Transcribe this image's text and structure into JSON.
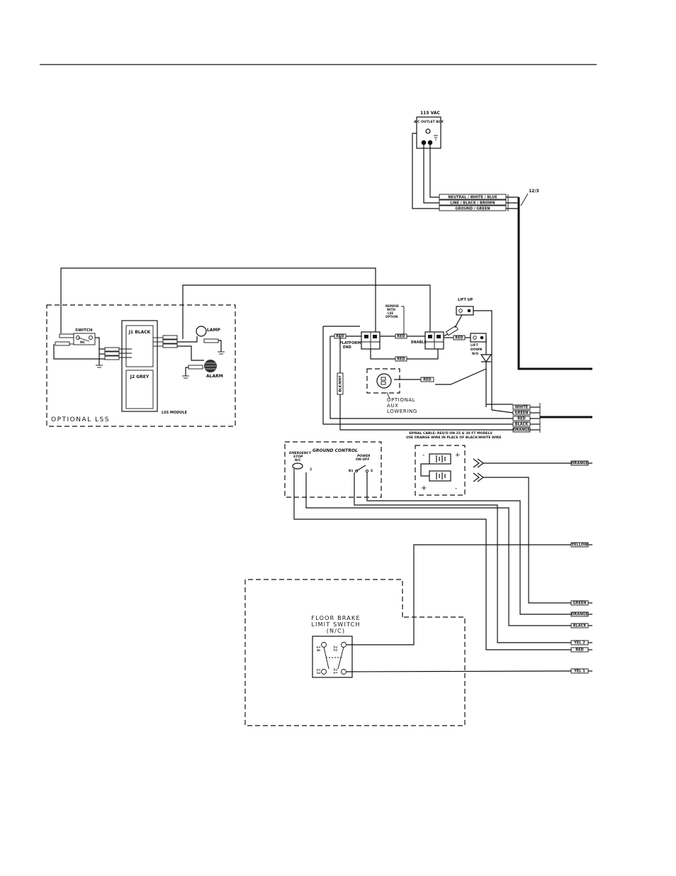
{
  "header": {
    "rule_color": "#111111"
  },
  "outlet": {
    "title": "115 VAC",
    "box_label": "A/C OUTLET BOX",
    "wires": [
      "NEUTRAL / WHITE / BLUE",
      "LINE / BLACK / BROWN",
      "GROUND / GREEN"
    ],
    "cable": "12/3"
  },
  "lss": {
    "title": "OPTIONAL LSS",
    "switch": "SWITCH",
    "switch_nc": "NC",
    "j1": "J1 BLACK",
    "j2": "J2 GREY",
    "module": "LSS MODULE",
    "lamp": "LAMP",
    "alarm": "ALARM"
  },
  "platform": {
    "platform_end": "PLATFORM END",
    "enable": "ENABLE",
    "remove_note": "REMOVE WITH LSS OPTION",
    "lift_up": "LIFT UP",
    "lift_down": "LIFT DOWN N/O",
    "aux_lowering": "OPTIONAL AUX LOWERING",
    "red": "RED",
    "blk_wht": "BLK/WHT",
    "spiral_cable_note": [
      "SPIRAL CABLE: REQ'D ON 25 & 30 FT MODELS",
      "USE ORANGE WIRE IN PLACE OF BLACK/WHITE WIRE"
    ],
    "cable_wires": [
      "WHITE",
      "GREEN",
      "RED",
      "BLACK",
      "ORANGE"
    ]
  },
  "ground_control": {
    "title": "GROUND CONTROL",
    "estop": "EMERGENCY STOP N/C",
    "power": "POWER ON-OFF"
  },
  "right_wires": [
    "ORANGE",
    "YELLOW",
    "GREEN",
    "ORANGE",
    "BLACK",
    "YEL 2",
    "RED",
    "YEL 1"
  ],
  "floor_brake": {
    "title": [
      "FLOOR BRAKE",
      "LIMIT SWITCH",
      "(N/C)"
    ],
    "terminals": [
      "14",
      "22",
      "13",
      "21"
    ]
  }
}
